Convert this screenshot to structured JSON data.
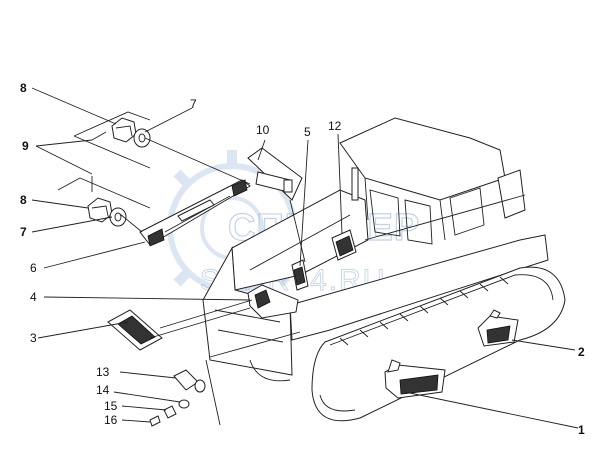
{
  "callouts": {
    "c1": "1",
    "c2": "2",
    "c3": "3",
    "c4": "4",
    "c5": "5",
    "c6": "6",
    "c7a": "7",
    "c7b": "7",
    "c8a": "8",
    "c8b": "8",
    "c9": "9",
    "c10": "10",
    "c12": "12",
    "c13": "13",
    "c14": "14",
    "c15": "15",
    "c16": "16"
  },
  "watermark": {
    "line1": "СПЕЦЧЕР",
    "line2": "SCAR74.RU"
  }
}
